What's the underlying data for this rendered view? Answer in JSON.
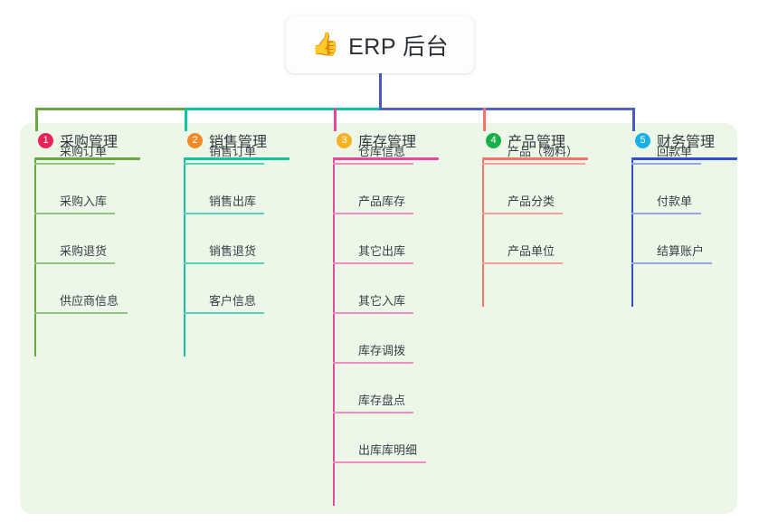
{
  "diagram": {
    "type": "mindmap-tree",
    "background_color": "#ffffff",
    "panel_color": "#edf7e8",
    "root": {
      "emoji": "👍",
      "emoji_name": "thumbs-up-emoji",
      "label": "ERP 后台",
      "box_color": "#fdfdfd",
      "stem_color": "#4a59bf"
    },
    "connector_bar": [
      {
        "name": "segment-green",
        "color": "#6aa845"
      },
      {
        "name": "segment-teal",
        "color": "#12c2a0"
      },
      {
        "name": "segment-blue",
        "color": "#5162cc"
      }
    ],
    "columns": [
      {
        "index": "1",
        "title": "采购管理",
        "badge_color": "#e8225a",
        "line_color": "#6aa845",
        "child_line_color": "#93c47d",
        "drop_color": "#6aa845",
        "head_rule_width": 117,
        "children": [
          {
            "label": "采购订单",
            "rule_width": 89
          },
          {
            "label": "采购入库",
            "rule_width": 89
          },
          {
            "label": "采购退货",
            "rule_width": 89
          },
          {
            "label": "供应商信息",
            "rule_width": 103
          }
        ]
      },
      {
        "index": "2",
        "title": "销售管理",
        "badge_color": "#f08a29",
        "line_color": "#12c2a0",
        "child_line_color": "#54d3bb",
        "drop_color": "#12c2a0",
        "head_rule_width": 117,
        "children": [
          {
            "label": "销售订单",
            "rule_width": 89
          },
          {
            "label": "销售出库",
            "rule_width": 89
          },
          {
            "label": "销售退货",
            "rule_width": 89
          },
          {
            "label": "客户信息",
            "rule_width": 89
          }
        ]
      },
      {
        "index": "3",
        "title": "库存管理",
        "badge_color": "#f5b324",
        "line_color": "#e8479f",
        "child_line_color": "#f08ec4",
        "drop_color": "#e8479f",
        "head_rule_width": 117,
        "children": [
          {
            "label": "仓库信息",
            "rule_width": 89
          },
          {
            "label": "产品库存",
            "rule_width": 89
          },
          {
            "label": "其它出库",
            "rule_width": 89
          },
          {
            "label": "其它入库",
            "rule_width": 89
          },
          {
            "label": "库存调拨",
            "rule_width": 89
          },
          {
            "label": "库存盘点",
            "rule_width": 89
          },
          {
            "label": "出库库明细",
            "rule_width": 103
          }
        ]
      },
      {
        "index": "4",
        "title": "产品管理",
        "badge_color": "#18ae4a",
        "line_color": "#f4746a",
        "child_line_color": "#f6a09a",
        "drop_color": "#f4746a",
        "head_rule_width": 117,
        "children": [
          {
            "label": "产品（物料）",
            "rule_width": 114
          },
          {
            "label": "产品分类",
            "rule_width": 89
          },
          {
            "label": "产品单位",
            "rule_width": 89
          }
        ]
      },
      {
        "index": "5",
        "title": "财务管理",
        "badge_color": "#19b0e8",
        "line_color": "#2f4fd0",
        "child_line_color": "#93a7e0",
        "drop_color": "#4a59bf",
        "head_rule_width": 117,
        "children": [
          {
            "label": "回款单",
            "rule_width": 77
          },
          {
            "label": "付款单",
            "rule_width": 77
          },
          {
            "label": "结算账户",
            "rule_width": 89
          }
        ]
      }
    ]
  }
}
